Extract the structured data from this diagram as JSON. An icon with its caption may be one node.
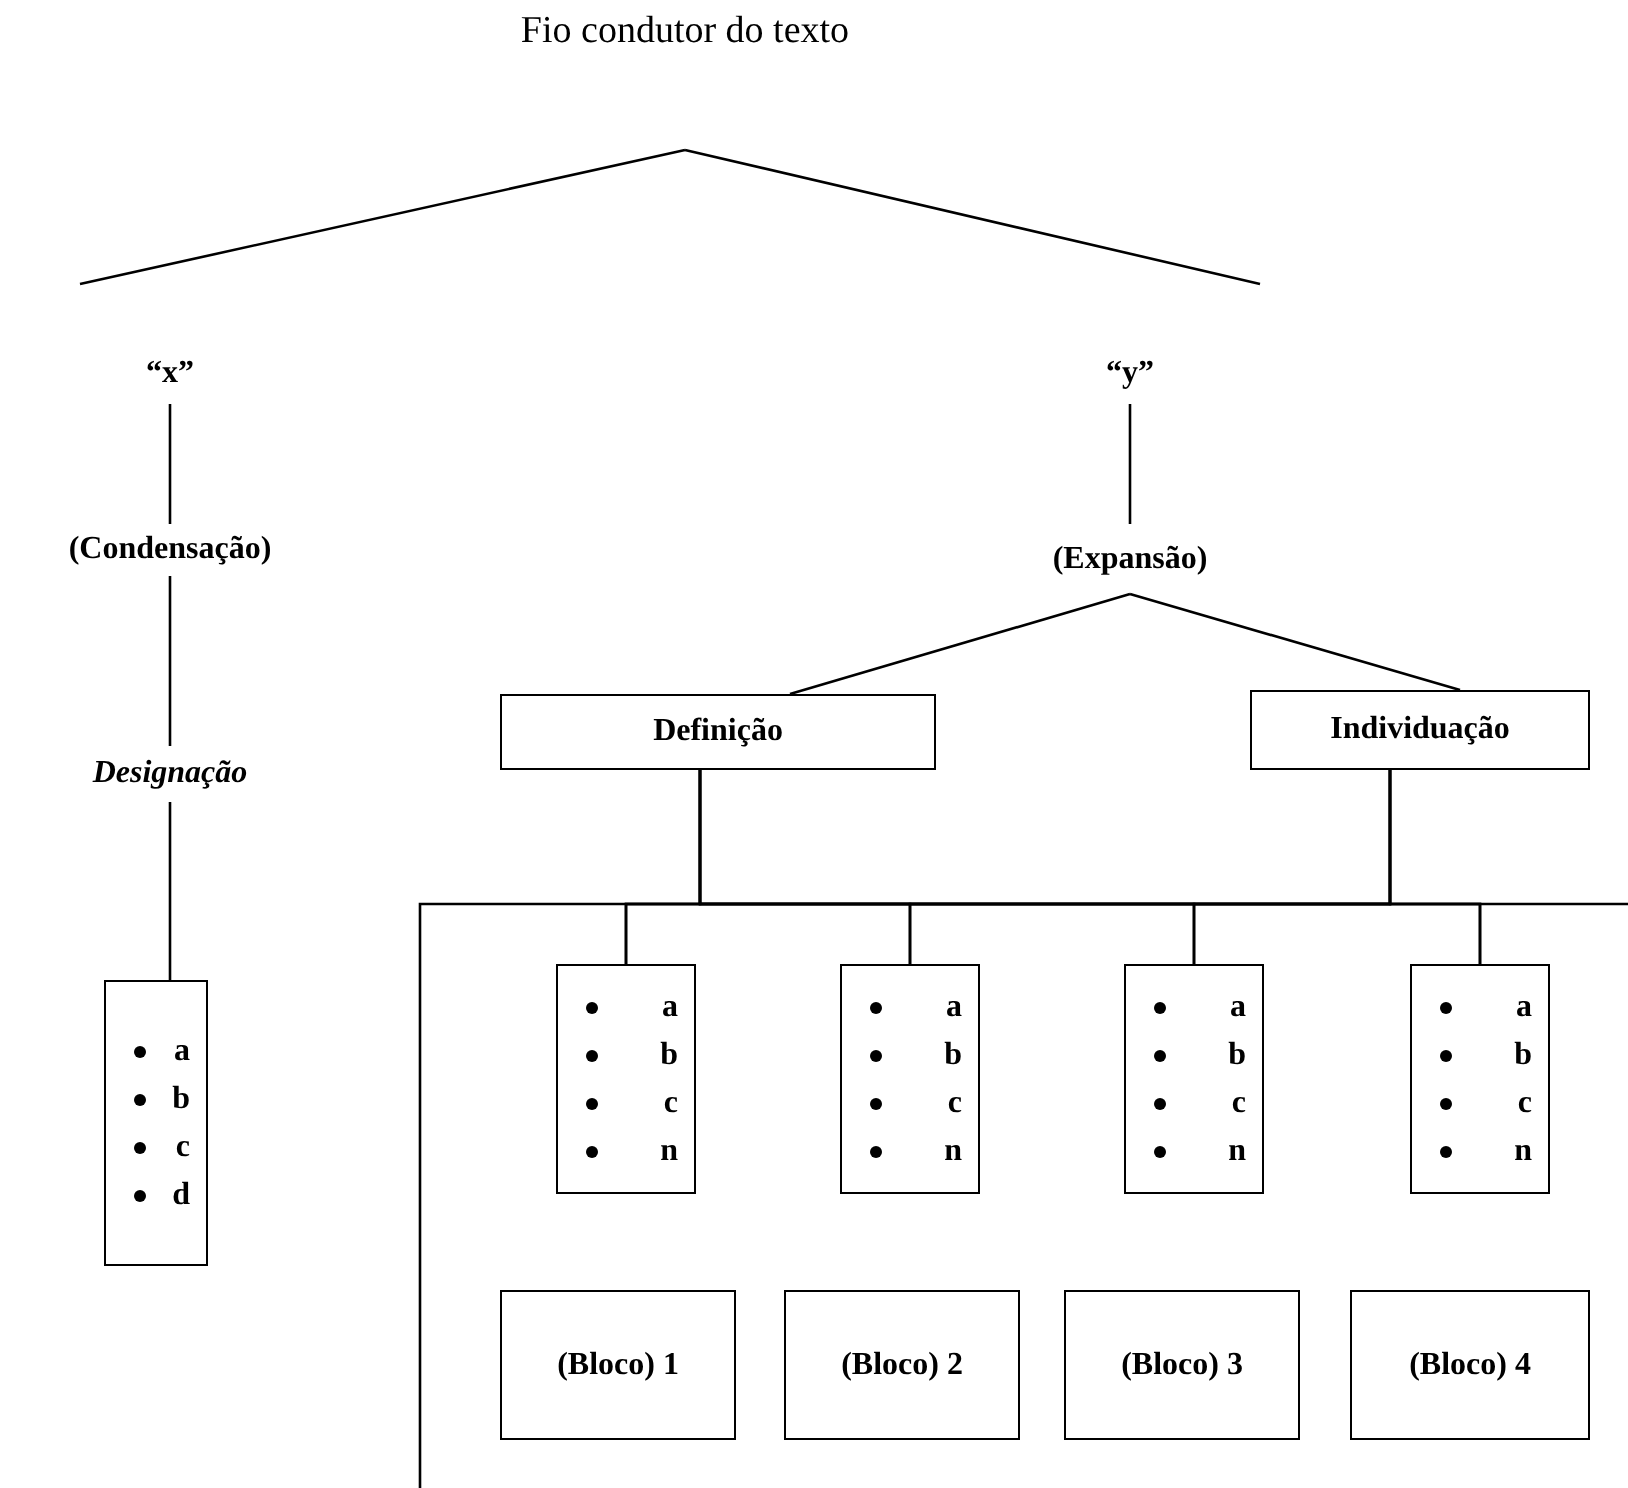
{
  "diagram": {
    "nodes": [
      {
        "text": [
          "Fio condutor do texto"
        ]
      },
      {
        "text": [
          "“x”"
        ]
      },
      {
        "text": [
          "“y”"
        ]
      },
      {
        "text": [
          "(Condensação)"
        ]
      },
      {
        "text": [
          "Designação"
        ]
      },
      {
        "text": [
          "a",
          "b",
          "c",
          "d"
        ]
      },
      {
        "text": [
          "(Expansão)"
        ]
      },
      {
        "text": [
          "Definição"
        ]
      },
      {
        "text": [
          "Individuação"
        ]
      },
      {
        "text": [
          "a",
          "b",
          "c",
          "n"
        ]
      },
      {
        "text": [
          "a",
          "b",
          "c",
          "n"
        ]
      },
      {
        "text": [
          "a",
          "b",
          "c",
          "n"
        ]
      },
      {
        "text": [
          "a",
          "b",
          "c",
          "n"
        ]
      },
      {
        "text": [
          "(Bloco) 1"
        ]
      },
      {
        "text": [
          "(Bloco) 2"
        ]
      },
      {
        "text": [
          "(Bloco) 3"
        ]
      },
      {
        "text": [
          "(Bloco) 4"
        ]
      }
    ],
    "edges": [
      {
        "from": 0,
        "to": 1,
        "arrow": "none"
      },
      {
        "from": 0,
        "to": 2,
        "arrow": "none"
      },
      {
        "from": 1,
        "to": 3,
        "arrow": "none"
      },
      {
        "from": 3,
        "to": 4,
        "arrow": "none"
      },
      {
        "from": 4,
        "to": 5,
        "arrow": "none"
      },
      {
        "from": 2,
        "to": 6,
        "arrow": "none"
      },
      {
        "from": 6,
        "to": 7,
        "arrow": "none"
      },
      {
        "from": 6,
        "to": 8,
        "arrow": "none"
      },
      {
        "from": 7,
        "to": 9,
        "arrow": "none"
      },
      {
        "from": 7,
        "to": 10,
        "arrow": "none"
      },
      {
        "from": 7,
        "to": 11,
        "arrow": "none"
      },
      {
        "from": 7,
        "to": 12,
        "arrow": "none"
      },
      {
        "from": 8,
        "to": 9,
        "arrow": "none"
      },
      {
        "from": 8,
        "to": 10,
        "arrow": "none"
      },
      {
        "from": 8,
        "to": 11,
        "arrow": "none"
      },
      {
        "from": 8,
        "to": 12,
        "arrow": "none"
      }
    ]
  }
}
